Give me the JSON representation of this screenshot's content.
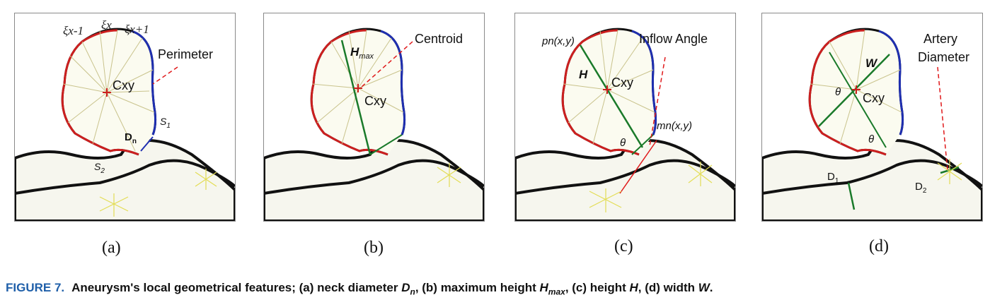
{
  "figure": {
    "caption_label": "FIGURE 7.",
    "caption_text_a": "Aneurysm's local geometrical features; (a) neck diameter ",
    "caption_Dn_main": "D",
    "caption_Dn_sub": "n",
    "caption_text_b": ", (b) maximum height ",
    "caption_H_main": "H",
    "caption_H_sub": "max",
    "caption_text_c": ", (c) height ",
    "caption_H2": "H",
    "caption_text_d": ", (d) width ",
    "caption_W": "W",
    "caption_text_e": "."
  },
  "panels": [
    {
      "sublabel": "(a)",
      "labels": {
        "xi_prev": "ξx-1",
        "xi": "ξx",
        "xi_next": "ξx+1",
        "perimeter": "Perimeter",
        "center": "Cxy",
        "s1_main": "S",
        "s1_sub": "1",
        "s2_main": "S",
        "s2_sub": "2",
        "dn_main": "D",
        "dn_sub": "n"
      }
    },
    {
      "sublabel": "(b)",
      "labels": {
        "centroid": "Centroid",
        "hmax_main": "H",
        "hmax_sub": "max",
        "center": "Cxy"
      }
    },
    {
      "sublabel": "(c)",
      "labels": {
        "pn": "pn(x,y)",
        "inflow": "Inflow Angle",
        "h": "H",
        "center": "Cxy",
        "theta": "θ",
        "mn": "mn(x,y)"
      }
    },
    {
      "sublabel": "(d)",
      "labels": {
        "artery": "Artery",
        "diameter": "Diameter",
        "w": "W",
        "center": "Cxy",
        "theta1": "θ",
        "theta2": "θ",
        "d1_main": "D",
        "d1_sub": "1",
        "d2_main": "D",
        "d2_sub": "2"
      }
    }
  ],
  "colors": {
    "caption_blue": "#1f5fa9",
    "contour_red": "#cc1f1f",
    "contour_blue": "#1f2fb0",
    "axis_green": "#1a7a2a",
    "annot_red": "#e0191b"
  }
}
